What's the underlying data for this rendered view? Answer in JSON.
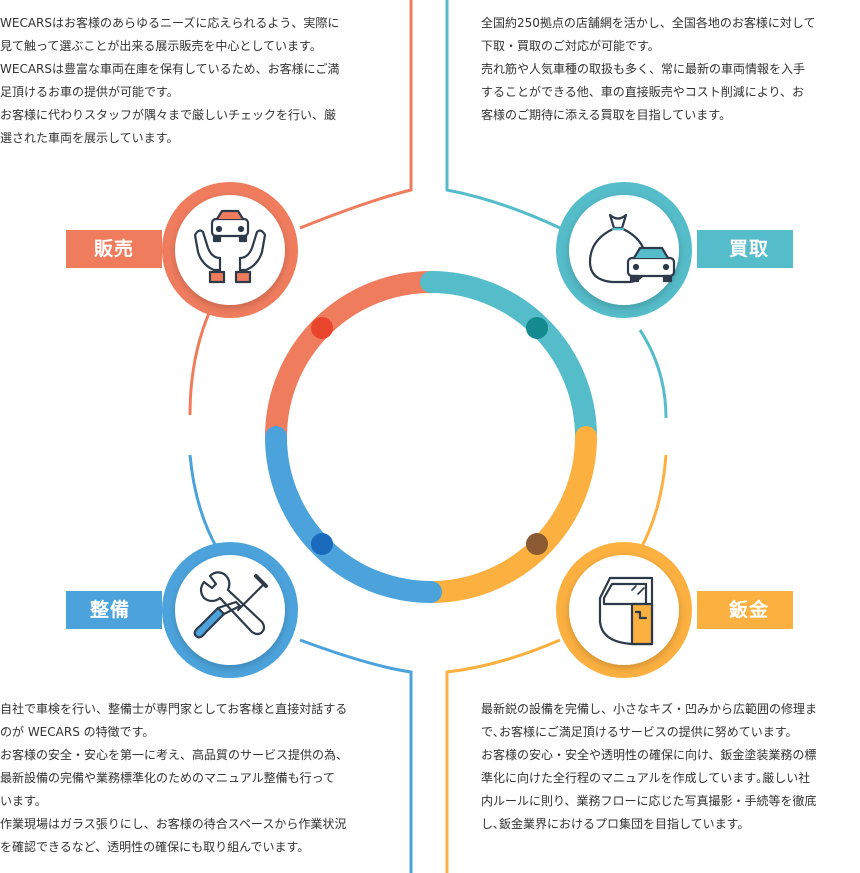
{
  "colors": {
    "hanbai": "#f07c5e",
    "kaitori": "#55bcc9",
    "seibi": "#4ca3dc",
    "bankin": "#fcb040"
  },
  "sections": {
    "hanbai": {
      "label": "販売",
      "icon": "hands-car-icon",
      "lines": [
        "WECARSはお客様のあらゆるニーズに応えられるよう、実際に",
        "見て触って選ぶことが出来る展示販売を中心としています。",
        "WECARSは豊富な車両在庫を保有しているため、お客様にご満",
        "足頂けるお車の提供が可能です。",
        "お客様に代わりスタッフが隅々まで厳しいチェックを行い、厳",
        "選された車両を展示しています。"
      ]
    },
    "kaitori": {
      "label": "買取",
      "icon": "money-bag-car-icon",
      "lines": [
        "全国約250拠点の店舗網を活かし、全国各地のお客様に対して",
        "下取・買取のご対応が可能です。",
        "売れ筋や人気車種の取扱も多く、常に最新の車両情報を入手",
        "することができる他、車の直接販売やコスト削減により、お",
        "客様のご期待に添える買取を目指しています。"
      ]
    },
    "seibi": {
      "label": "整備",
      "icon": "wrench-screwdriver-icon",
      "lines": [
        "自社で車検を行い、整備士が専門家としてお客様と直接対話する",
        "のが WECARS の特徴です。",
        "お客様の安全・安心を第一に考え、高品質のサービス提供の為、",
        "最新設備の完備や業務標準化のためのマニュアル整備も行って",
        "います。",
        "作業現場はガラス張りにし、お客様の待合スペースから作業状況",
        "を確認できるなど、透明性の確保にも取り組んでいます。"
      ]
    },
    "bankin": {
      "label": "鈑金",
      "icon": "car-door-icon",
      "lines": [
        "最新鋭の設備を完備し、小さなキズ・凹みから広範囲の修理ま",
        "で､お客様にご満足頂けるサービスの提供に努めています。",
        "お客様の安心・安全や透明性の確保に向け、鈑金塗装業務の標",
        "準化に向けた全行程のマニュアルを作成しています｡厳しい社",
        "内ルールに則り、業務フローに応じた写真撮影・手続等を徹底",
        "し､鈑金業界におけるプロ集団を目指しています。"
      ]
    }
  }
}
